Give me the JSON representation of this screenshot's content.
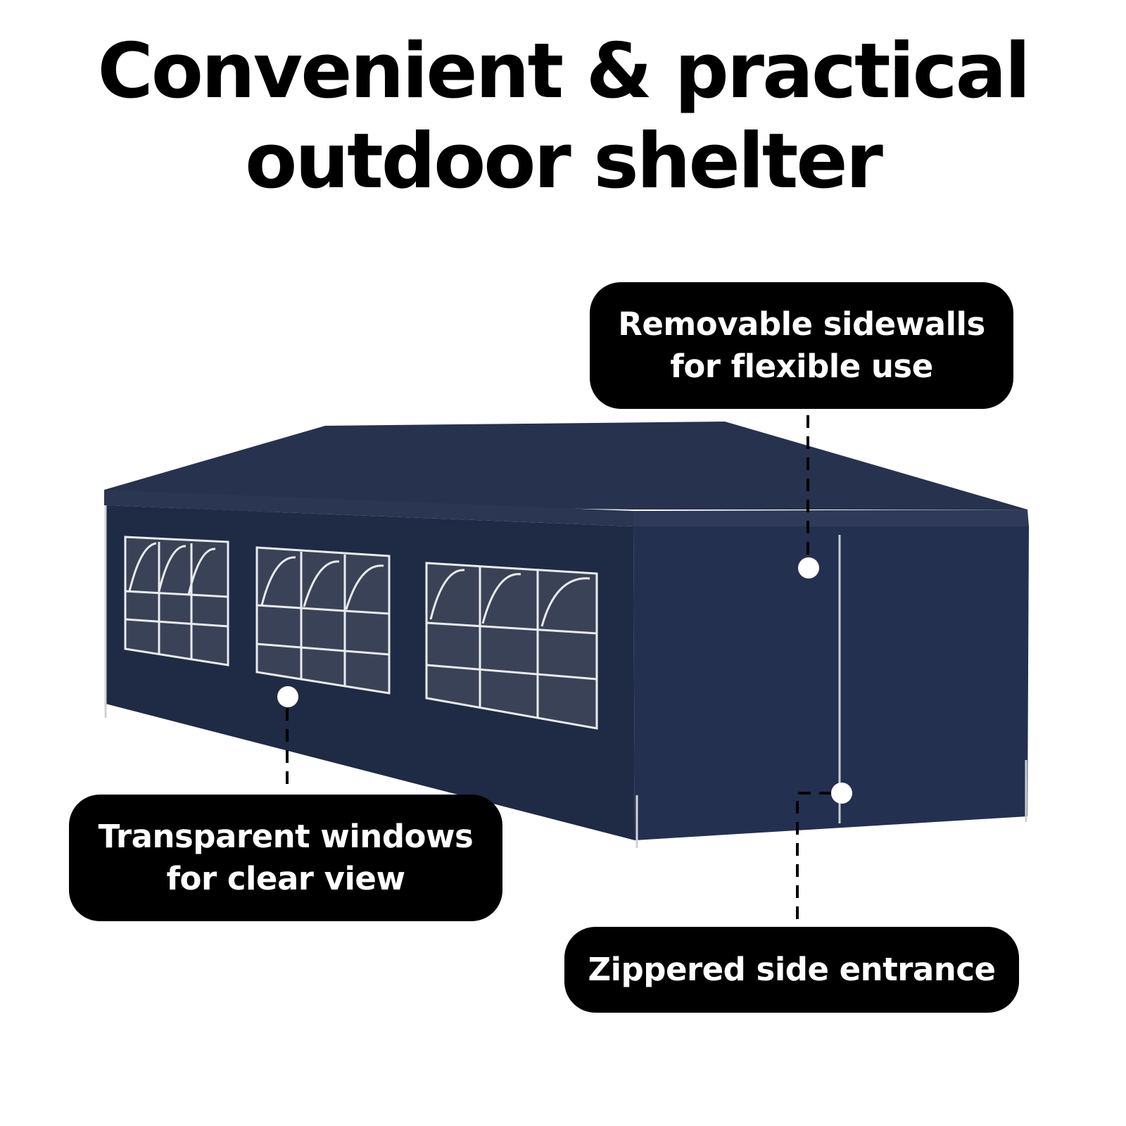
{
  "headline": {
    "line1": "Convenient & practical",
    "line2": "outdoor shelter"
  },
  "callouts": {
    "sidewalls": {
      "line1": "Removable sidewalls",
      "line2": "for flexible use"
    },
    "windows": {
      "line1": "Transparent windows",
      "line2": "for clear view"
    },
    "entrance": {
      "line1": "Zippered side entrance"
    }
  },
  "colors": {
    "background": "#ffffff",
    "text": "#000000",
    "callout_bg": "#000000",
    "callout_text": "#ffffff",
    "tent_fabric": "#1f2a44",
    "tent_roof": "#27324f",
    "window_frame": "#e8ecef"
  },
  "icons": [
    "marker-dot"
  ]
}
